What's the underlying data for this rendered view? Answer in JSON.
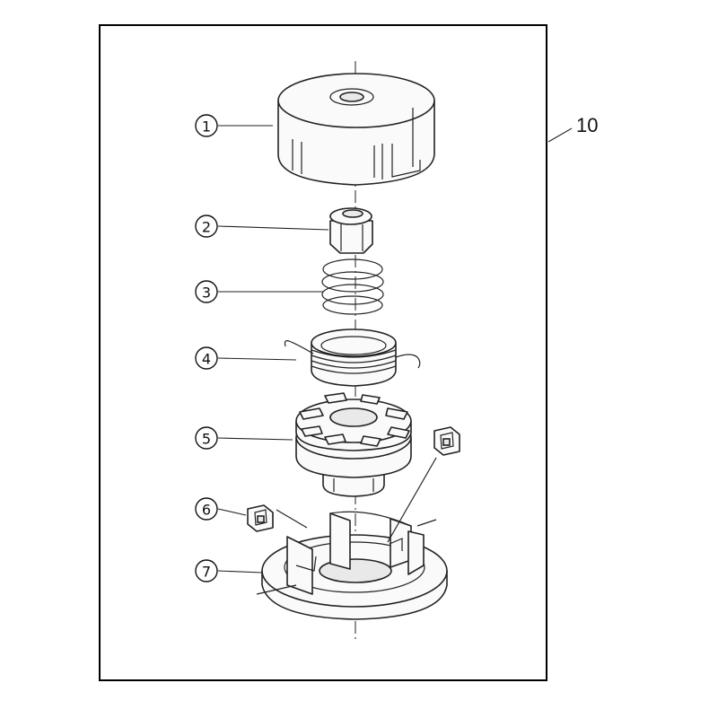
{
  "diagram": {
    "assembly_label": "10",
    "callouts": [
      "1",
      "2",
      "3",
      "4",
      "5",
      "6",
      "7"
    ]
  }
}
